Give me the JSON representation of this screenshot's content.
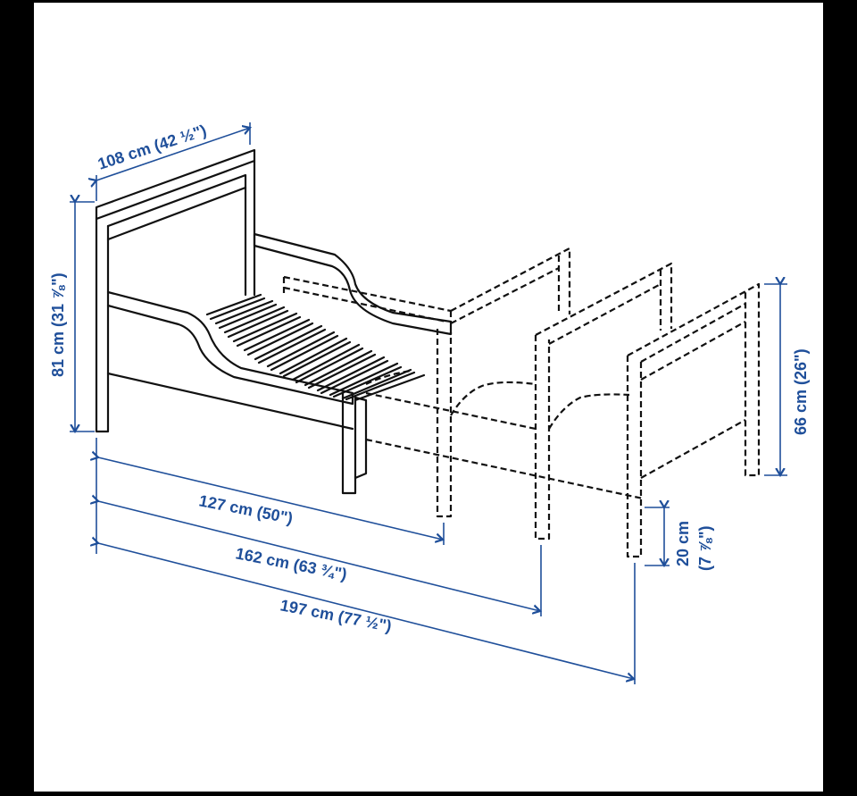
{
  "dimensions": {
    "width": "108 cm (42 ½\")",
    "height": "81 cm (31 ⅞\")",
    "length_min": "127 cm (50\")",
    "length_mid": "162 cm (63 ¾\")",
    "length_max": "197 cm (77 ½\")",
    "extension_height": "66 cm (26\")",
    "leg_height_cm": "20 cm",
    "leg_height_in": "(7 ⅞\")"
  },
  "colors": {
    "dimension": "#1f4f9a",
    "line": "#111111",
    "frame_bg": "#000000",
    "canvas": "#ffffff"
  }
}
